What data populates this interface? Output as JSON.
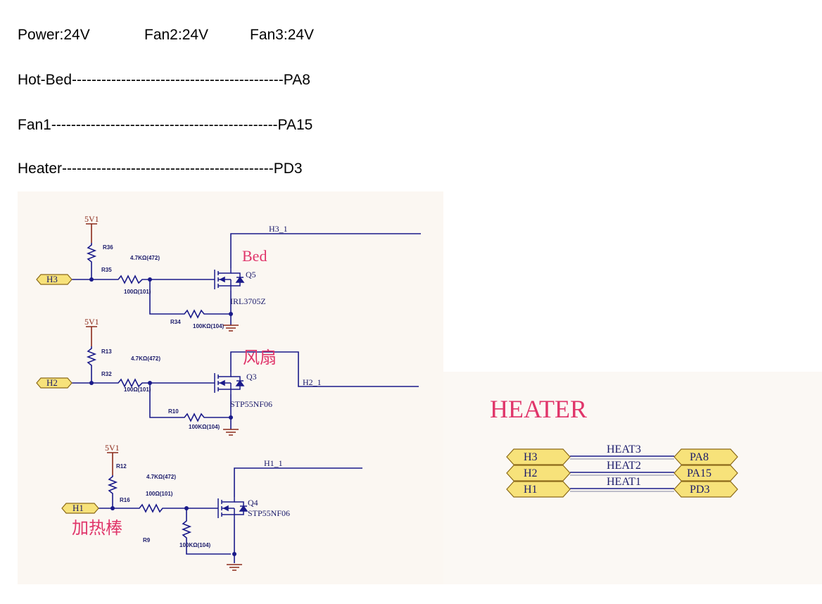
{
  "header": {
    "power": "Power:24V",
    "fan2": "Fan2:24V",
    "fan3": "Fan3:24V"
  },
  "pin_map": [
    {
      "text": "Hot-Bed-------------------------------------------PA8"
    },
    {
      "text": "Fan1----------------------------------------------PA15"
    },
    {
      "text": "Heater-------------------------------------------PD3"
    }
  ],
  "schematic": {
    "circuits": [
      {
        "title": "Bed",
        "supply": "5V1",
        "input": "H3",
        "output": "H3_1",
        "pullup": "R36",
        "series": "R35",
        "pulldown": "R34",
        "pullup_value": "4.7KΩ(472)",
        "series_value": "100Ω(101)",
        "pulldown_value": "100KΩ(104)",
        "mosfet": "Q5",
        "mosfet_part": "IRL3705Z"
      },
      {
        "title": "风扇",
        "supply": "5V1",
        "input": "H2",
        "output": "H2_1",
        "pullup": "R13",
        "series": "R32",
        "pulldown": "R10",
        "pullup_value": "4.7KΩ(472)",
        "series_value": "100Ω(101)",
        "pulldown_value": "100KΩ(104)",
        "mosfet": "Q3",
        "mosfet_part": "STP55NF06"
      },
      {
        "title": "加热棒",
        "supply": "5V1",
        "input": "H1",
        "output": "H1_1",
        "pullup": "R12",
        "series": "R16",
        "pulldown": "R9",
        "pullup_value": "4.7KΩ(472)",
        "series_value": "100Ω(101)",
        "pulldown_value": "100KΩ(104)",
        "mosfet": "Q4",
        "mosfet_part": "STP55NF06"
      }
    ]
  },
  "heater_map": {
    "title": "HEATER",
    "rows": [
      {
        "left": "H3",
        "net": "HEAT3",
        "right": "PA8"
      },
      {
        "left": "H2",
        "net": "HEAT2",
        "right": "PA15"
      },
      {
        "left": "H1",
        "net": "HEAT1",
        "right": "PD3"
      }
    ]
  },
  "colors": {
    "wire": "#1a1a8a",
    "label_red": "#e0356a",
    "connector_fill": "#f7e27a"
  }
}
